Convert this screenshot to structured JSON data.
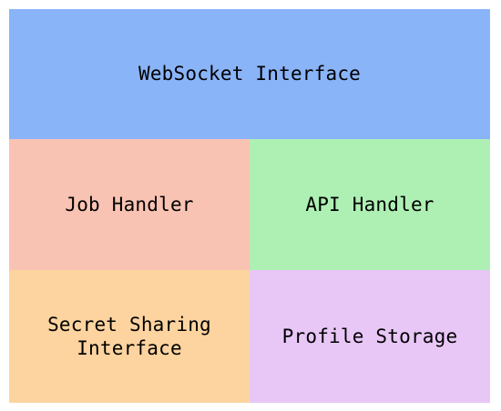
{
  "blocks": {
    "websocket": {
      "label": "WebSocket Interface",
      "color": "#8AB4F8"
    },
    "job_handler": {
      "label": "Job Handler",
      "color": "#F9C3B3"
    },
    "api_handler": {
      "label": "API Handler",
      "color": "#AEF0B4"
    },
    "secret_sharing": {
      "label": "Secret Sharing\nInterface",
      "color": "#FDD49F"
    },
    "profile_storage": {
      "label": "Profile Storage",
      "color": "#E8C7F7"
    }
  }
}
